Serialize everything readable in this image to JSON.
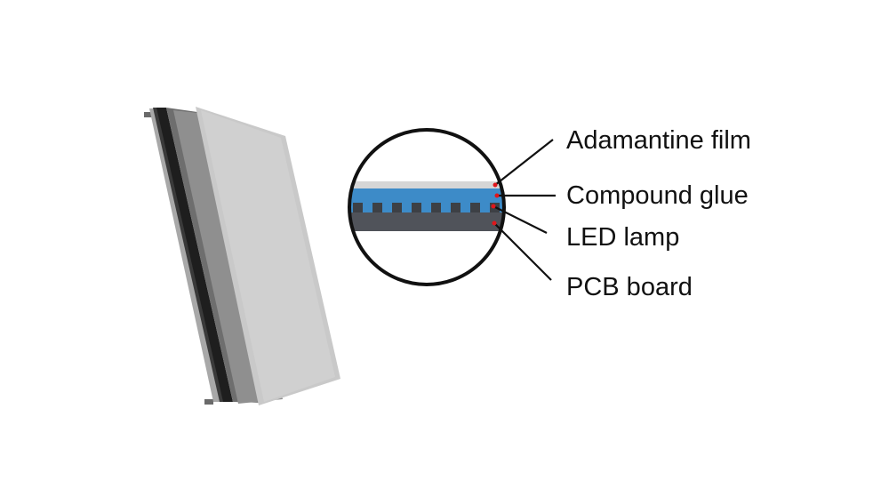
{
  "labels": {
    "adamantine_film": "Adamantine film",
    "compound_glue": "Compound glue",
    "led_lamp": "LED lamp",
    "pcb_board": "PCB board"
  },
  "colors": {
    "adamantine_film": "#d6d6d6",
    "compound_glue": "#3d8bc8",
    "led_lamp": "#3d4045",
    "pcb_board": "#50535a",
    "callout_dot": "#e0161b",
    "magnifier_ring": "#111111"
  }
}
